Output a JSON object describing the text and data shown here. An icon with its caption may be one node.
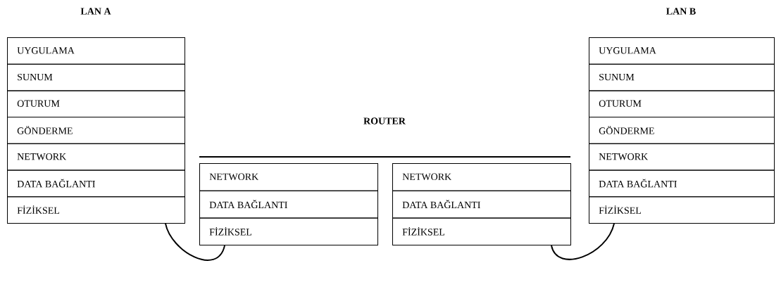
{
  "diagram": {
    "nodes": [
      {
        "text": [
          "UYGULAMA"
        ]
      },
      {
        "text": [
          "SUNUM"
        ]
      },
      {
        "text": [
          "OTURUM"
        ]
      },
      {
        "text": [
          "GÖNDERME"
        ]
      },
      {
        "text": [
          "NETWORK"
        ]
      },
      {
        "text": [
          "DATA BAĞLANTI"
        ]
      },
      {
        "text": [
          "FİZİKSEL"
        ]
      },
      {
        "text": [
          "NETWORK"
        ]
      },
      {
        "text": [
          "DATA BAĞLANTI"
        ]
      },
      {
        "text": [
          "FİZİKSEL"
        ]
      },
      {
        "text": [
          "NETWORK"
        ]
      },
      {
        "text": [
          "DATA BAĞLANTI"
        ]
      },
      {
        "text": [
          "FİZİKSEL"
        ]
      },
      {
        "text": [
          "UYGULAMA"
        ]
      },
      {
        "text": [
          "SUNUM"
        ]
      },
      {
        "text": [
          "OTURUM"
        ]
      },
      {
        "text": [
          "GÖNDERME"
        ]
      },
      {
        "text": [
          "NETWORK"
        ]
      },
      {
        "text": [
          "DATA BAĞLANTI"
        ]
      },
      {
        "text": [
          "FİZİKSEL"
        ]
      }
    ],
    "edges": [
      {
        "from": 6,
        "to": 9,
        "arrow": "none"
      },
      {
        "from": 12,
        "to": 19,
        "arrow": "none"
      }
    ],
    "labels": [
      "LAN A",
      "LAN B",
      "ROUTER"
    ]
  }
}
